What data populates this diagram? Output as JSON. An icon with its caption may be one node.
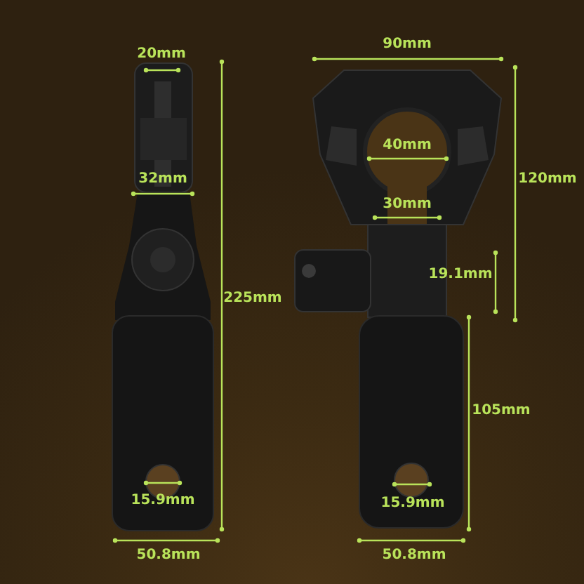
{
  "diagram": {
    "labels": [
      "90mm",
      "20mm",
      "40mm",
      "120mm",
      "32mm",
      "30mm",
      "19.1mm",
      "225mm",
      "105mm",
      "15.9mm",
      "15.9mm",
      "50.8mm",
      "50.8mm"
    ]
  }
}
